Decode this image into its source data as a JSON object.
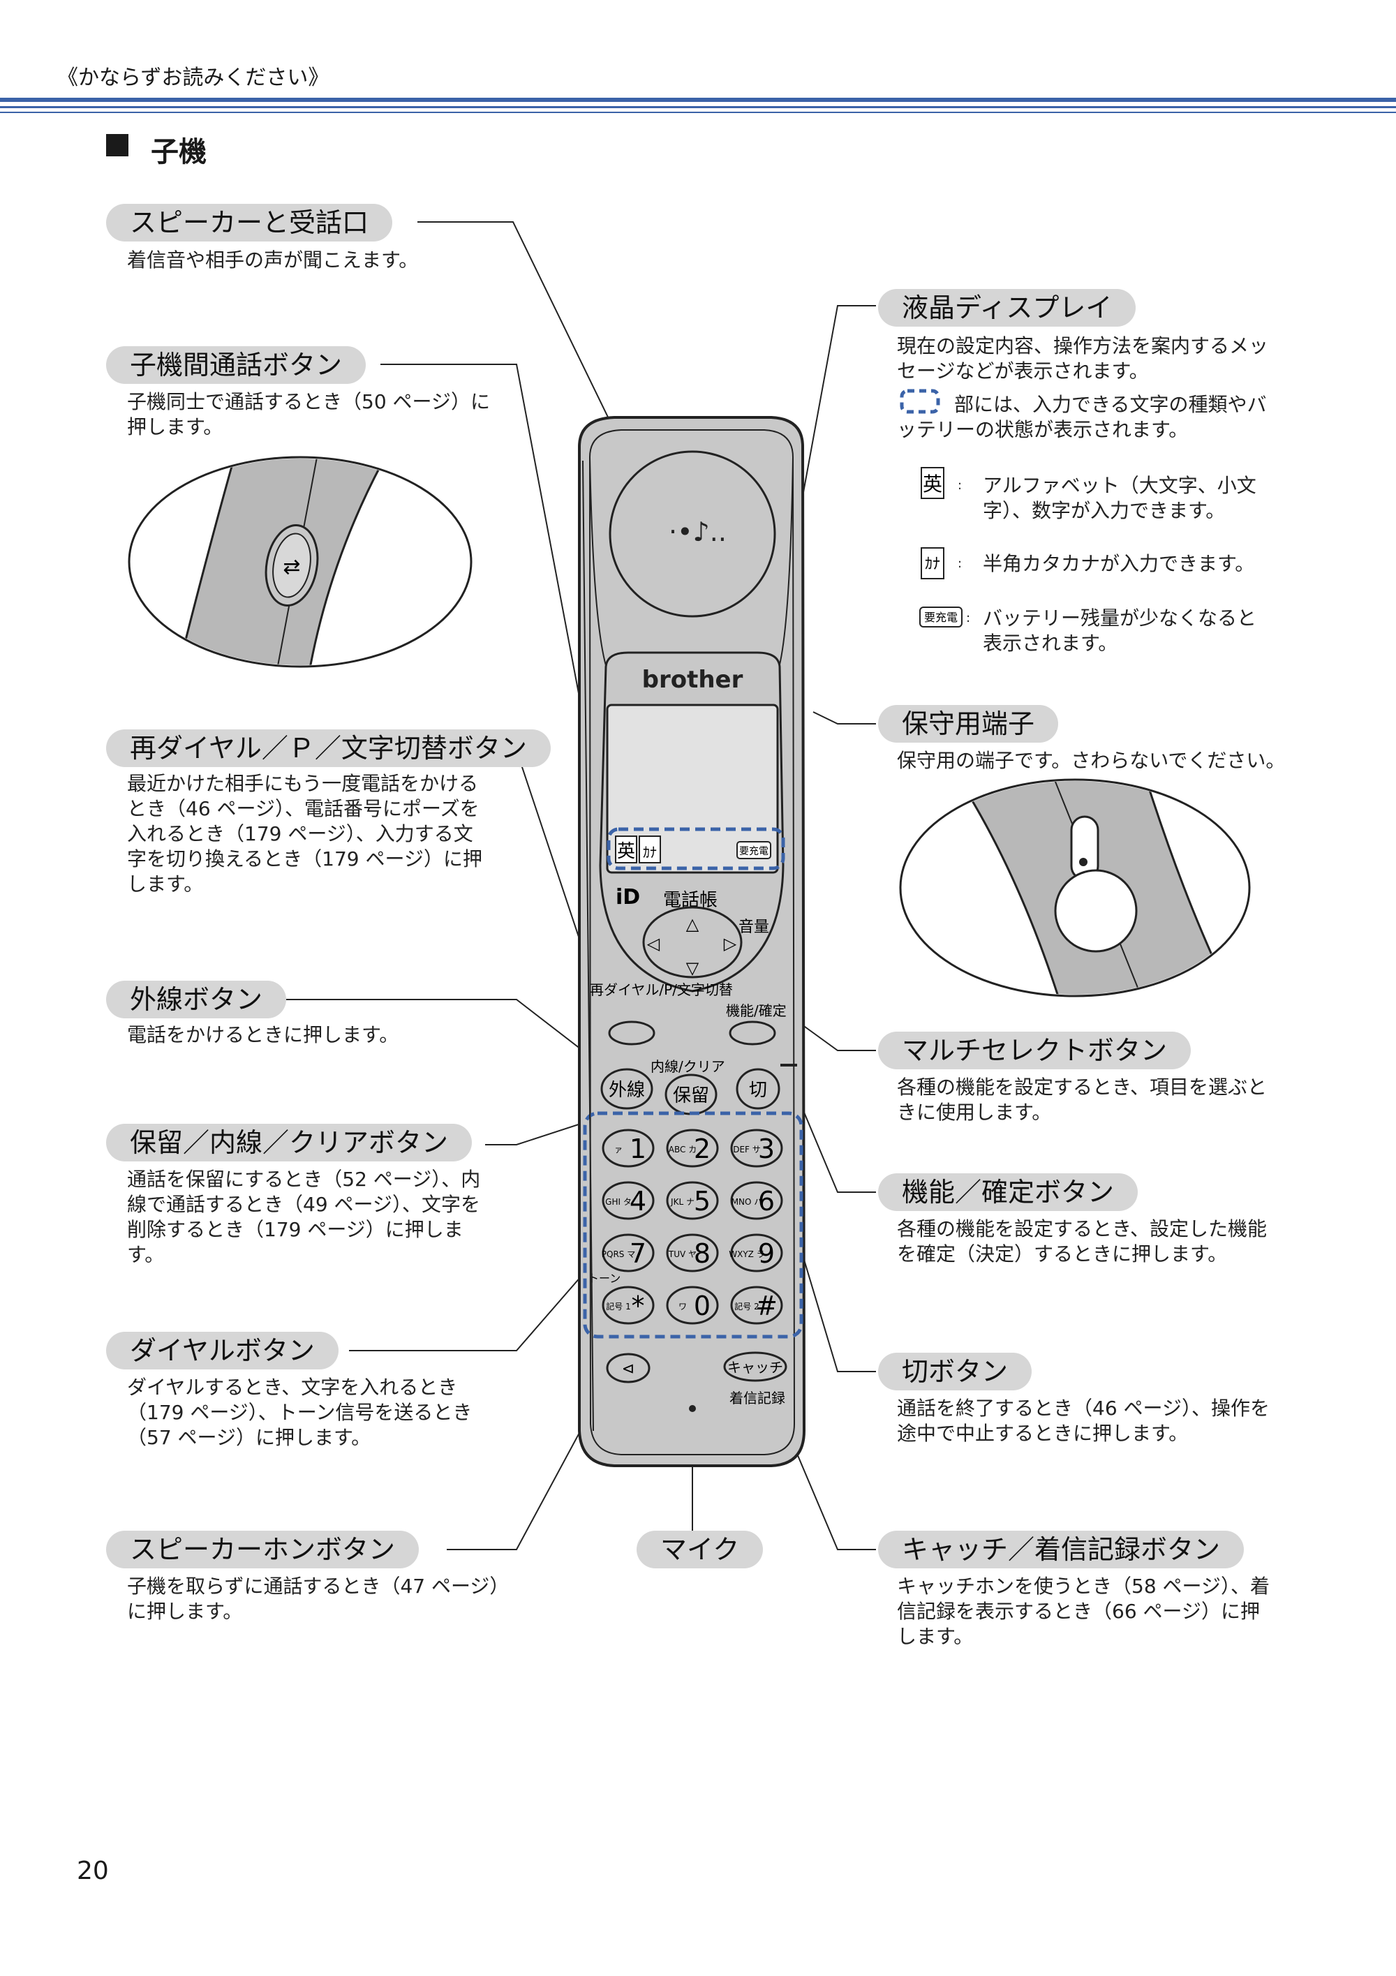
{
  "header": {
    "note": "《かならずお読みください》",
    "section_title": "子機"
  },
  "callouts": {
    "speaker": {
      "label": "スピーカーと受話口",
      "desc": "着信音や相手の声が聞こえます。"
    },
    "intercom": {
      "label": "子機間通話ボタン",
      "desc": "子機同士で通話するとき（50 ページ）に押します。"
    },
    "redial": {
      "label": "再ダイヤル／Ｐ／文字切替ボタン",
      "desc": "最近かけた相手にもう一度電話をかけるとき（46 ページ）、電話番号にポーズを入れるとき（179 ページ）、入力する文字を切り換えるとき（179 ページ）に押します。"
    },
    "outside": {
      "label": "外線ボタン",
      "desc": "電話をかけるときに押します。"
    },
    "hold": {
      "label": "保留／内線／クリアボタン",
      "desc": "通話を保留にするとき（52 ページ）、内線で通話するとき（49 ページ）、文字を削除するとき（179 ページ）に押します。"
    },
    "dial": {
      "label": "ダイヤルボタン",
      "desc": "ダイヤルするとき、文字を入れるとき（179 ページ）、トーン信号を送るとき（57 ページ）に押します。"
    },
    "speakerphone": {
      "label": "スピーカーホンボタン",
      "desc": "子機を取らずに通話するとき（47 ページ）に押します。"
    },
    "mic": {
      "label": "マイク"
    },
    "lcd": {
      "label": "液晶ディスプレイ",
      "desc": "現在の設定内容、操作方法を案内するメッセージなどが表示されます。",
      "desc2": "部には、入力できる文字の種類やバッテリーの状態が表示されます。",
      "eng_glyph": "英",
      "eng_desc": "アルファベット（大文字、小文字）、数字が入力できます。",
      "kana_glyph": "ｶﾅ",
      "kana_desc": "半角カタカナが入力できます。",
      "batt_glyph": "要充電",
      "batt_desc": "バッテリー残量が少なくなると表示されます。"
    },
    "maintenance": {
      "label": "保守用端子",
      "desc": "保守用の端子です。さわらないでください。"
    },
    "multi": {
      "label": "マルチセレクトボタン",
      "desc": "各種の機能を設定するとき、項目を選ぶときに使用します。"
    },
    "func": {
      "label": "機能／確定ボタン",
      "desc": "各種の機能を設定するとき、設定した機能を確定（決定）するときに押します。"
    },
    "off": {
      "label": "切ボタン",
      "desc": "通話を終了するとき（46 ページ）、操作を途中で中止するときに押します。"
    },
    "catch": {
      "label": "キャッチ／着信記録ボタン",
      "desc": "キャッチホンを使うとき（58 ページ）、着信記録を表示するとき（66 ページ）に押します。"
    }
  },
  "phone": {
    "brand": "brother",
    "phonebook": "電話帳",
    "volume": "音量",
    "redial_label": "再ダイヤル/P/文字切替",
    "func_label": "機能/確定",
    "intercom_clear": "内線/クリア",
    "outside_key": "外線",
    "hold_key": "保留",
    "off_key": "切",
    "tone": "トーン",
    "catch_key": "キャッチ",
    "incoming_log": "着信記録",
    "lcd_eng": "英",
    "lcd_kana": "ｶﾅ",
    "lcd_batt": "要充電",
    "keys": [
      {
        "num": "1",
        "sub": "ァ"
      },
      {
        "num": "2",
        "sub": "ABC カ"
      },
      {
        "num": "3",
        "sub": "DEF サ"
      },
      {
        "num": "4",
        "sub": "GHI タ"
      },
      {
        "num": "5",
        "sub": "JKL ナ"
      },
      {
        "num": "6",
        "sub": "MNO ハ"
      },
      {
        "num": "7",
        "sub": "PQRS マ"
      },
      {
        "num": "8",
        "sub": "TUV ヤ"
      },
      {
        "num": "9",
        "sub": "WXYZ ラ"
      },
      {
        "num": "*",
        "sub": "記号 1"
      },
      {
        "num": "0",
        "sub": "ワ"
      },
      {
        "num": "#",
        "sub": "記号 2"
      }
    ]
  },
  "page_number": "20",
  "colors": {
    "accent_blue": "#3b63a8",
    "pill_gray": "#d6d6d6",
    "phone_gray": "#c8c8c8"
  }
}
